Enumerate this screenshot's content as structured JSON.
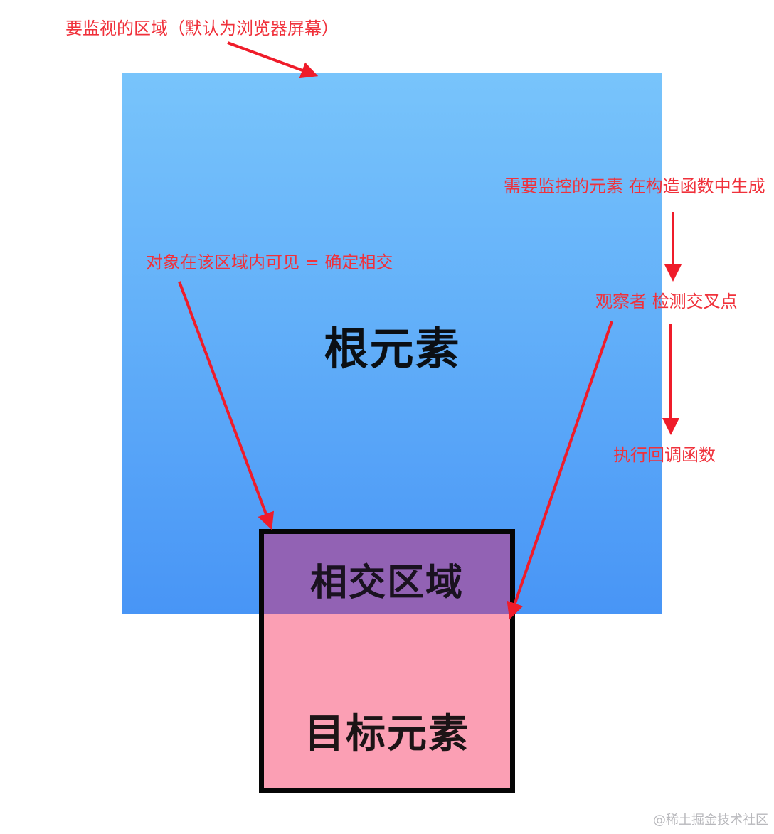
{
  "diagram": {
    "root_label": "根元素",
    "intersect_label": "相交区域",
    "target_label": "目标元素",
    "annotations": {
      "top_region": "要监视的区域（默认为浏览器屏幕）",
      "visible": "对象在该区域内可见 = 确定相交",
      "create": "需要监控的元素 在构造函数中生成",
      "observer": "观察者 检测交叉点",
      "callback": "执行回调函数"
    },
    "watermark": "@稀土掘金技术社区"
  },
  "colors": {
    "annotation": "#f0313b",
    "arrow": "#ef1c2a",
    "root_gradient_top": "#78c4fb",
    "root_gradient_bottom": "#4895f6",
    "intersect": "#9262b4",
    "target": "#fb9fb4",
    "border": "#060606"
  }
}
